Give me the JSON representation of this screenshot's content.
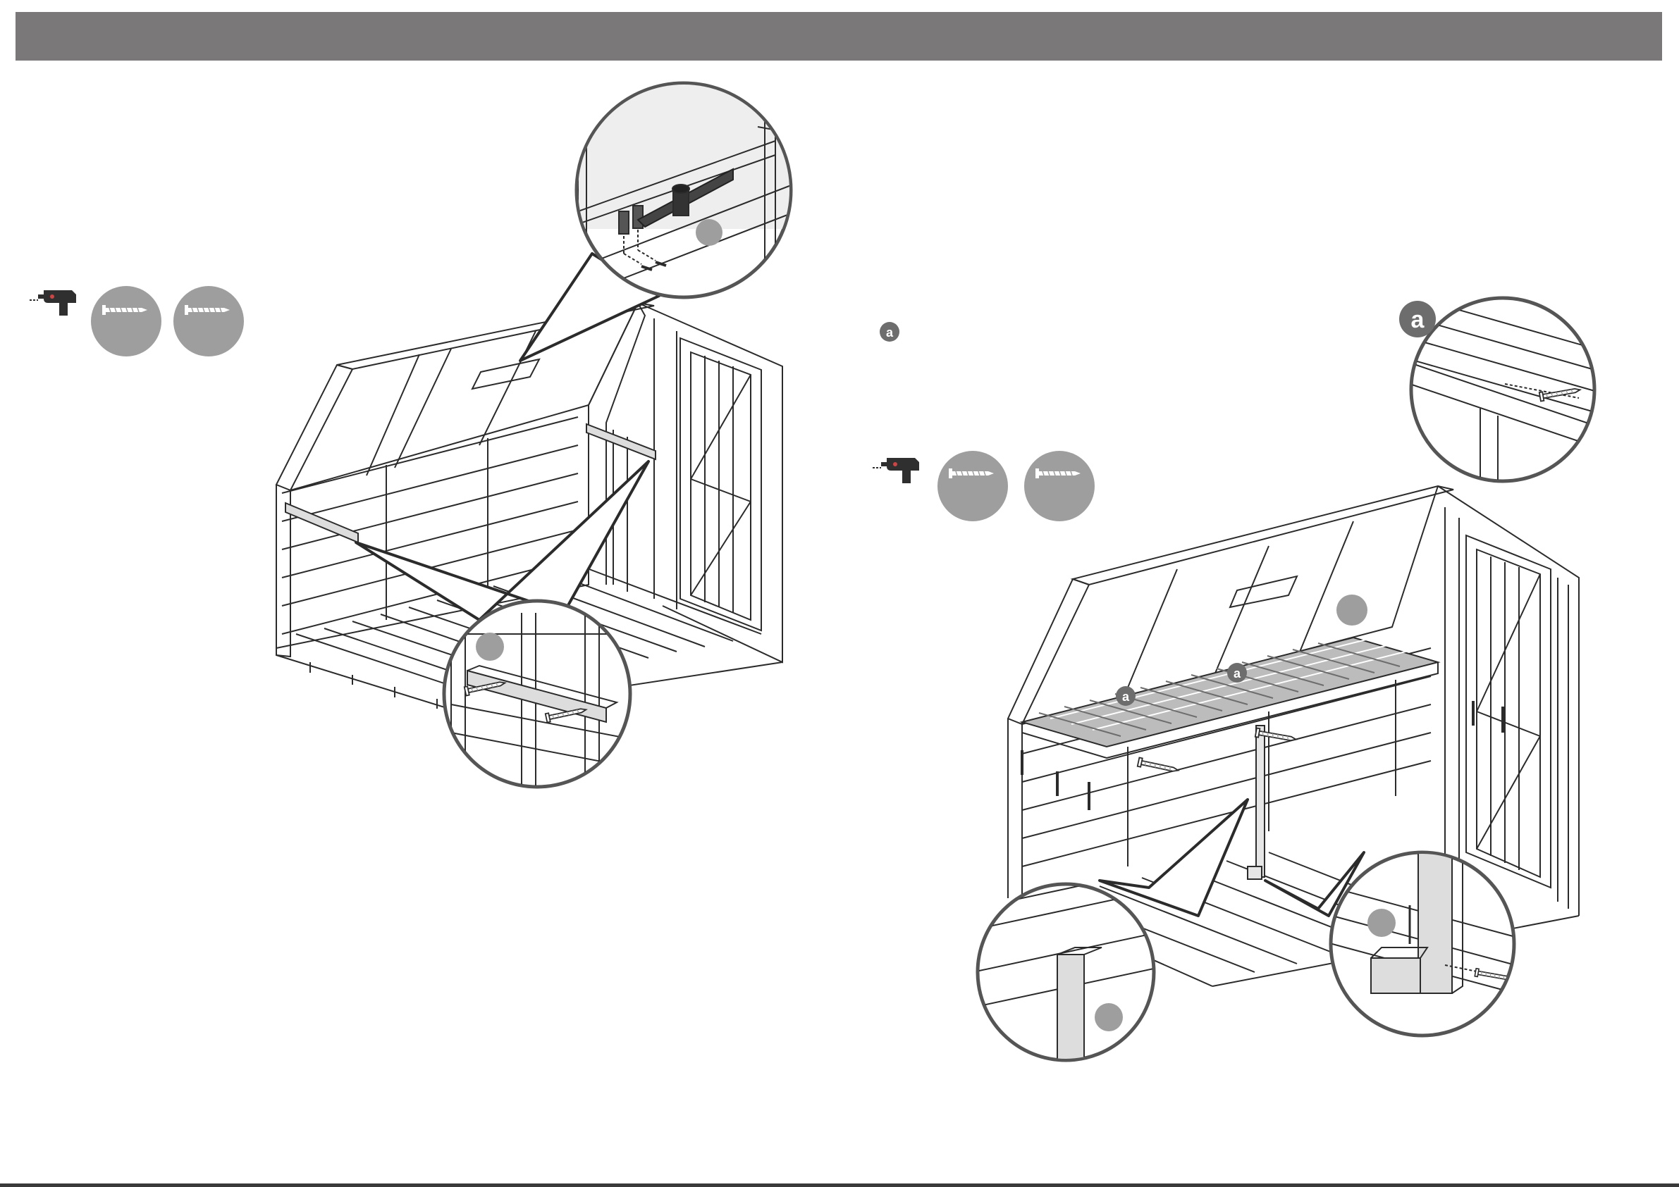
{
  "header": {
    "title": ""
  },
  "step_left": {
    "tools": [
      "drill-icon",
      "screw-icon",
      "screw-icon"
    ]
  },
  "step_right": {
    "part_marker": "a",
    "tools": [
      "drill-icon",
      "screw-icon",
      "screw-icon"
    ],
    "callouts": [
      "a",
      "a",
      "a"
    ]
  },
  "colors": {
    "header": "#7a7878",
    "tool_circle": "#9e9e9e",
    "marker": "#6d6d6d",
    "line": "#2b2b2b"
  }
}
